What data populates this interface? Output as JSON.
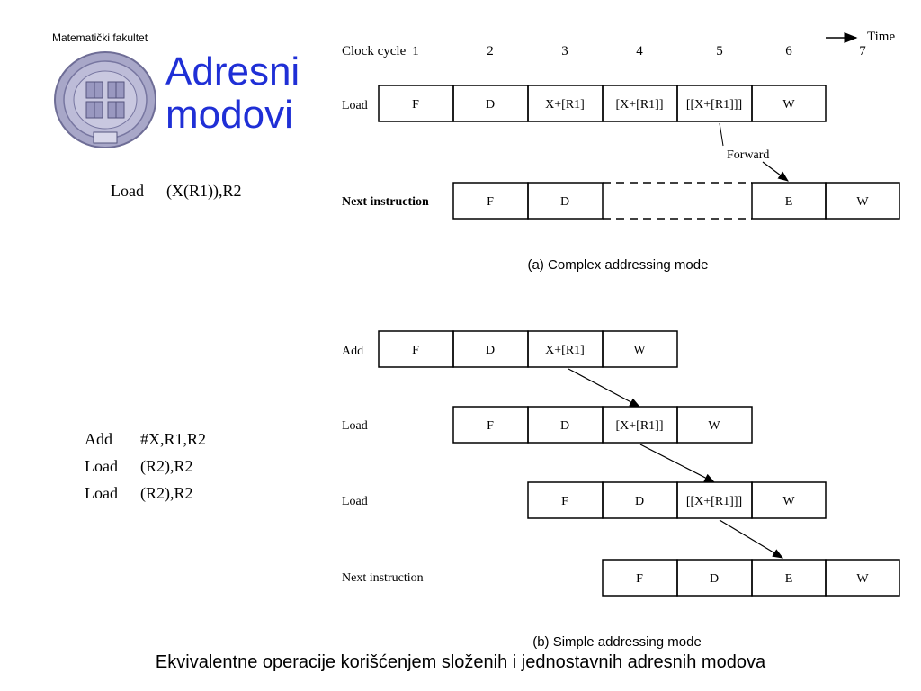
{
  "header": {
    "institution": "Matematički fakultet",
    "title_line1": "Adresni",
    "title_line2": "modovi"
  },
  "left_code": {
    "complex": {
      "op": "Load",
      "args": "(X(R1)),R2"
    },
    "simple": [
      {
        "op": "Add",
        "args": "#X,R1,R2"
      },
      {
        "op": "Load",
        "args": "(R2),R2"
      },
      {
        "op": "Load",
        "args": "(R2),R2"
      }
    ]
  },
  "diagram": {
    "clock_label": "Clock cycle",
    "cycles": [
      "1",
      "2",
      "3",
      "4",
      "5",
      "6",
      "7"
    ],
    "time_label": "Time",
    "forward_label": "Forward",
    "part_a": {
      "caption": "(a) Complex addressing mode",
      "rows": [
        {
          "label": "Load",
          "stages": [
            "F",
            "D",
            "X+[R1]",
            "[X+[R1]]",
            "[[X+[R1]]]",
            "W"
          ]
        },
        {
          "label": "Next instruction",
          "stages": [
            "F",
            "D",
            "",
            "",
            "E",
            "W"
          ]
        }
      ]
    },
    "part_b": {
      "caption": "(b) Simple addressing mode",
      "rows": [
        {
          "label": "Add",
          "stages": [
            "F",
            "D",
            "X+[R1]",
            "W"
          ]
        },
        {
          "label": "Load",
          "stages": [
            "F",
            "D",
            "[X+[R1]]",
            "W"
          ]
        },
        {
          "label": "Load",
          "stages": [
            "F",
            "D",
            "[[X+[R1]]]",
            "W"
          ]
        },
        {
          "label": "Next instruction",
          "stages": [
            "F",
            "D",
            "E",
            "W"
          ]
        }
      ]
    }
  },
  "caption": "Ekvivalentne operacije korišćenjem složenih i jednostavnih adresnih modova"
}
